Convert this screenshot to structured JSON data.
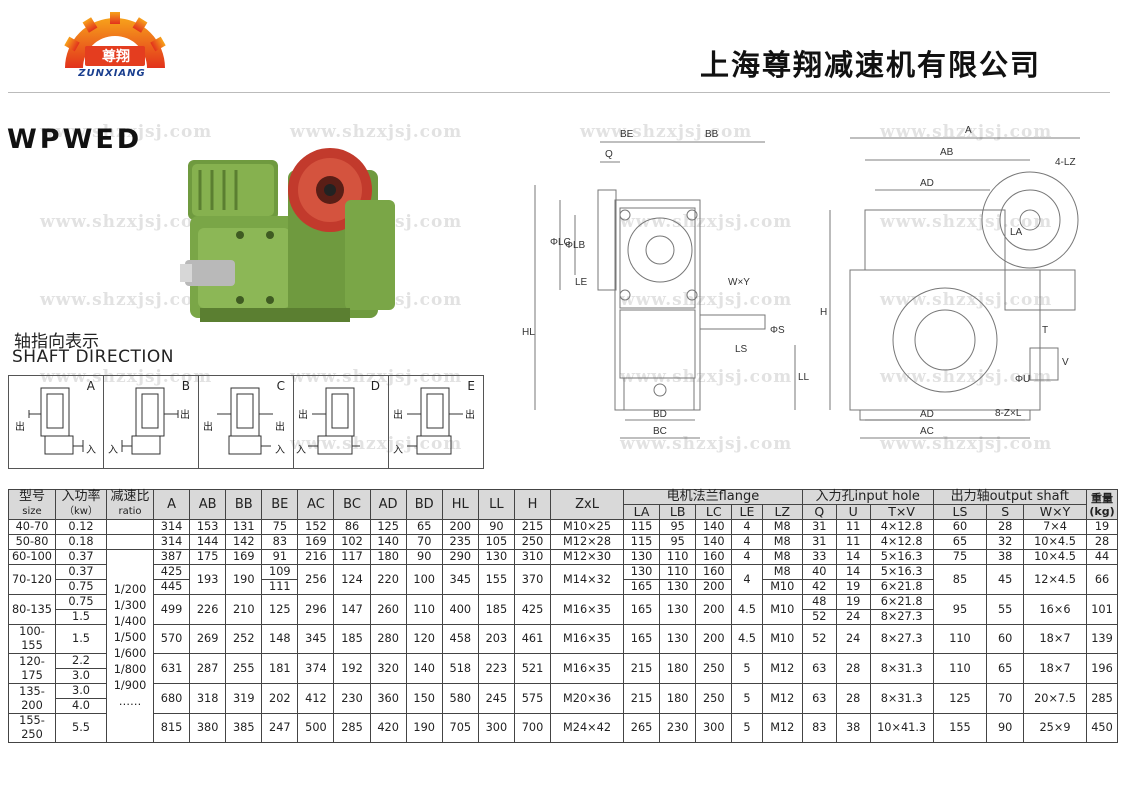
{
  "header": {
    "company": "上海尊翔减速机有限公司",
    "logo_chars": "尊翔",
    "logo_name": "ZUNXIANG"
  },
  "product": {
    "model": "WPWED",
    "watermark": "www.shzxjsj.com"
  },
  "shaft_direction": {
    "label_cn": "轴指向表示",
    "label_en": "SHAFT DIRECTION",
    "options": [
      "A",
      "B",
      "C",
      "D",
      "E"
    ],
    "out_label": "出",
    "in_label": "入"
  },
  "drawing_labels": {
    "side": [
      "BE",
      "BB",
      "Q",
      "ΦLC",
      "ΦLB",
      "LE",
      "HL",
      "W×Y",
      "ΦS",
      "LS",
      "LL",
      "BD",
      "BC"
    ],
    "front": [
      "A",
      "AB",
      "AD",
      "4-LZ",
      "LA",
      "H",
      "T",
      "ΦU",
      "V",
      "8-Z×L",
      "AD",
      "AC"
    ]
  },
  "table": {
    "headers": {
      "model": "型号",
      "model_en": "size",
      "power": "入功率",
      "power_unit": "（kw）",
      "ratio": "减速比",
      "ratio_en": "ratio",
      "dims": [
        "A",
        "AB",
        "BB",
        "BE",
        "AC",
        "BC",
        "AD",
        "BD",
        "HL",
        "LL",
        "H",
        "ZxL"
      ],
      "flange": "电机法兰flange",
      "flange_cols": [
        "LA",
        "LB",
        "LC",
        "LE",
        "LZ"
      ],
      "input": "入力孔input hole",
      "input_cols": [
        "Q",
        "U",
        "T×V"
      ],
      "output": "出力轴output shaft",
      "output_cols": [
        "LS",
        "S",
        "W×Y"
      ],
      "weight": "重量",
      "weight_unit": "(kg)"
    },
    "ratios": [
      "1/200",
      "1/300",
      "1/400",
      "1/500",
      "1/600",
      "1/800",
      "1/900",
      "……"
    ],
    "groups": [
      {
        "size": "40-70",
        "rows": [
          {
            "kw": "0.12",
            "A": "314",
            "AB": "153",
            "BB": "131",
            "BE": "75",
            "AC": "152",
            "BC": "86",
            "AD": "125",
            "BD": "65",
            "HL": "200",
            "LL": "90",
            "H": "215",
            "ZxL": "M10×25",
            "LA": "115",
            "LB": "95",
            "LC": "140",
            "LE": "4",
            "LZ": "M8",
            "Q": "31",
            "U": "11",
            "TV": "4×12.8",
            "LS": "60",
            "S": "28",
            "WY": "7×4",
            "kg": "19"
          }
        ]
      },
      {
        "size": "50-80",
        "rows": [
          {
            "kw": "0.18",
            "A": "314",
            "AB": "144",
            "BB": "142",
            "BE": "83",
            "AC": "169",
            "BC": "102",
            "AD": "140",
            "BD": "70",
            "HL": "235",
            "LL": "105",
            "H": "250",
            "ZxL": "M12×28",
            "LA": "115",
            "LB": "95",
            "LC": "140",
            "LE": "4",
            "LZ": "M8",
            "Q": "31",
            "U": "11",
            "TV": "4×12.8",
            "LS": "65",
            "S": "32",
            "WY": "10×4.5",
            "kg": "28"
          }
        ]
      },
      {
        "size": "60-100",
        "rows": [
          {
            "kw": "0.37",
            "A": "387",
            "AB": "175",
            "BB": "169",
            "BE": "91",
            "AC": "216",
            "BC": "117",
            "AD": "180",
            "BD": "90",
            "HL": "290",
            "LL": "130",
            "H": "310",
            "ZxL": "M12×30",
            "LA": "130",
            "LB": "110",
            "LC": "160",
            "LE": "4",
            "LZ": "M8",
            "Q": "33",
            "U": "14",
            "TV": "5×16.3",
            "LS": "75",
            "S": "38",
            "WY": "10×4.5",
            "kg": "44"
          }
        ]
      },
      {
        "size": "70-120",
        "rows": [
          {
            "kw": "0.37",
            "A": "425",
            "BE": "109",
            "LA": "130",
            "LB": "110",
            "LC": "160",
            "LZ": "M8",
            "Q": "40",
            "U": "14",
            "TV": "5×16.3"
          },
          {
            "kw": "0.75",
            "A": "445",
            "BE": "111",
            "LA": "165",
            "LB": "130",
            "LC": "200",
            "LZ": "M10",
            "Q": "42",
            "U": "19",
            "TV": "6×21.8"
          }
        ],
        "shared": {
          "AB": "193",
          "BB": "190",
          "AC": "256",
          "BC": "124",
          "AD": "220",
          "BD": "100",
          "HL": "345",
          "LL": "155",
          "H": "370",
          "ZxL": "M14×32",
          "LE": "4",
          "LS": "85",
          "S": "45",
          "WY": "12×4.5",
          "kg": "66"
        }
      },
      {
        "size": "80-135",
        "rows": [
          {
            "kw": "0.75",
            "Q": "48",
            "U": "19",
            "TV": "6×21.8"
          },
          {
            "kw": "1.5",
            "Q": "52",
            "U": "24",
            "TV": "8×27.3"
          }
        ],
        "shared": {
          "A": "499",
          "AB": "226",
          "BB": "210",
          "BE": "125",
          "AC": "296",
          "BC": "147",
          "AD": "260",
          "BD": "110",
          "HL": "400",
          "LL": "185",
          "H": "425",
          "ZxL": "M16×35",
          "LA": "165",
          "LB": "130",
          "LC": "200",
          "LE": "4.5",
          "LZ": "M10",
          "LS": "95",
          "S": "55",
          "WY": "16×6",
          "kg": "101"
        }
      },
      {
        "size": "100-155",
        "rows": [
          {
            "kw": "1.5",
            "A": "570",
            "AB": "269",
            "BB": "252",
            "BE": "148",
            "AC": "345",
            "BC": "185",
            "AD": "280",
            "BD": "120",
            "HL": "458",
            "LL": "203",
            "H": "461",
            "ZxL": "M16×35",
            "LA": "165",
            "LB": "130",
            "LC": "200",
            "LE": "4.5",
            "LZ": "M10",
            "Q": "52",
            "U": "24",
            "TV": "8×27.3",
            "LS": "110",
            "S": "60",
            "WY": "18×7",
            "kg": "139"
          }
        ]
      },
      {
        "size": "120-175",
        "rows": [
          {
            "kw": "2.2"
          },
          {
            "kw": "3.0"
          }
        ],
        "shared": {
          "A": "631",
          "AB": "287",
          "BB": "255",
          "BE": "181",
          "AC": "374",
          "BC": "192",
          "AD": "320",
          "BD": "140",
          "HL": "518",
          "LL": "223",
          "H": "521",
          "ZxL": "M16×35",
          "LA": "215",
          "LB": "180",
          "LC": "250",
          "LE": "5",
          "LZ": "M12",
          "Q": "63",
          "U": "28",
          "TV": "8×31.3",
          "LS": "110",
          "S": "65",
          "WY": "18×7",
          "kg": "196"
        }
      },
      {
        "size": "135-200",
        "rows": [
          {
            "kw": "3.0"
          },
          {
            "kw": "4.0"
          }
        ],
        "shared": {
          "A": "680",
          "AB": "318",
          "BB": "319",
          "BE": "202",
          "AC": "412",
          "BC": "230",
          "AD": "360",
          "BD": "150",
          "HL": "580",
          "LL": "245",
          "H": "575",
          "ZxL": "M20×36",
          "LA": "215",
          "LB": "180",
          "LC": "250",
          "LE": "5",
          "LZ": "M12",
          "Q": "63",
          "U": "28",
          "TV": "8×31.3",
          "LS": "125",
          "S": "70",
          "WY": "20×7.5",
          "kg": "285"
        }
      },
      {
        "size": "155-250",
        "rows": [
          {
            "kw": "5.5",
            "A": "815",
            "AB": "380",
            "BB": "385",
            "BE": "247",
            "AC": "500",
            "BC": "285",
            "AD": "420",
            "BD": "190",
            "HL": "705",
            "LL": "300",
            "H": "700",
            "ZxL": "M24×42",
            "LA": "265",
            "LB": "230",
            "LC": "300",
            "LE": "5",
            "LZ": "M12",
            "Q": "83",
            "U": "38",
            "TV": "10×41.3",
            "LS": "155",
            "S": "90",
            "WY": "25×9",
            "kg": "450"
          }
        ]
      }
    ]
  }
}
